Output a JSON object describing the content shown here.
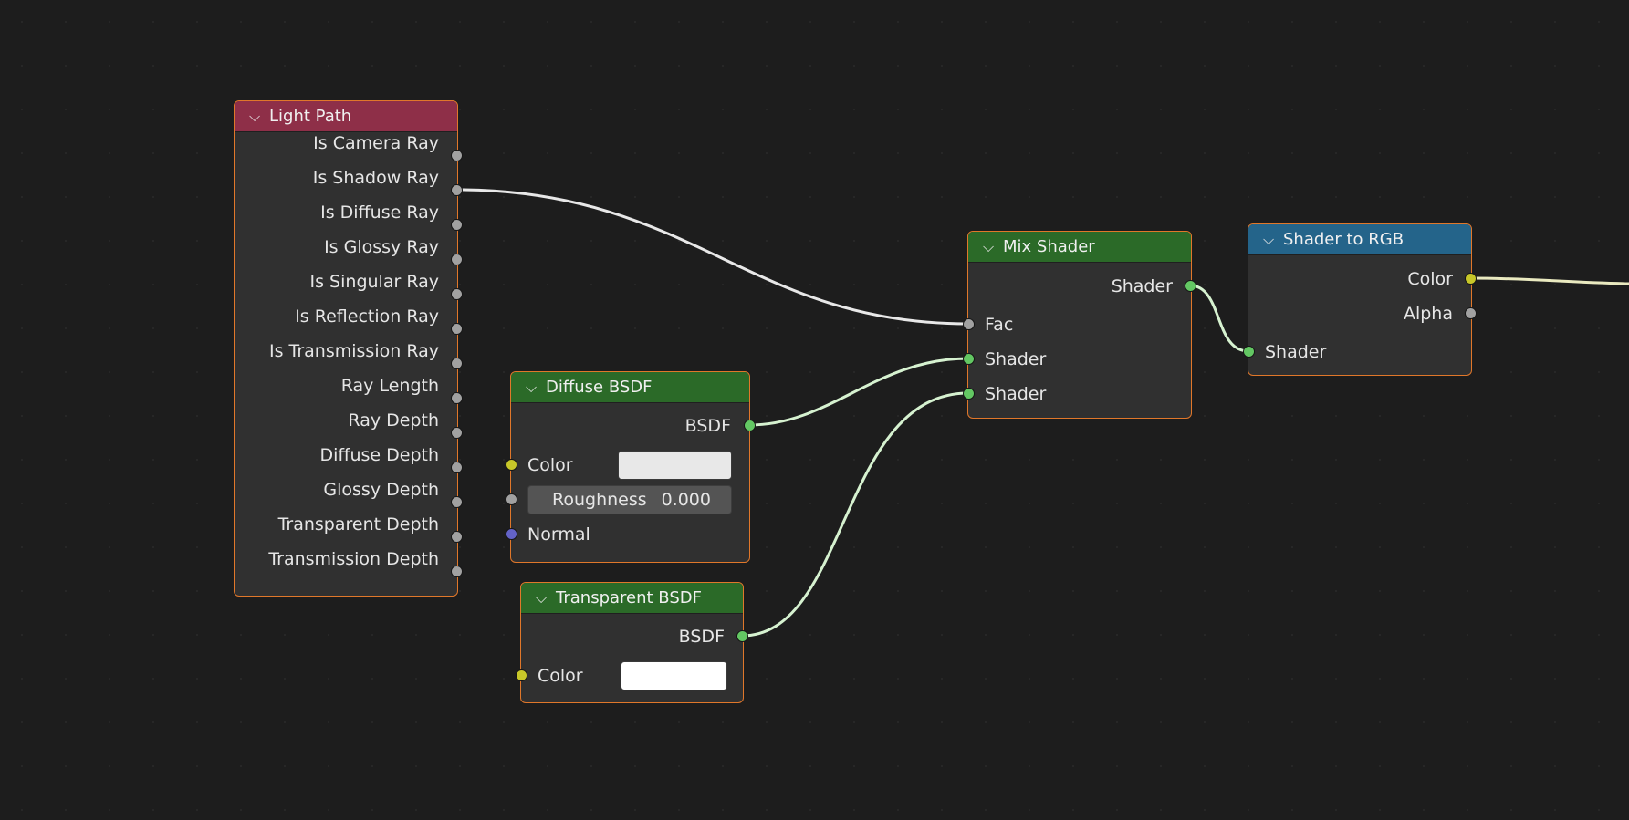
{
  "colors": {
    "background": "#1d1d1d",
    "node_body": "#303030",
    "node_border_selected": "#e0772a",
    "header_input": "#8e2f48",
    "header_shader": "#2b6a28",
    "header_converter": "#24648a",
    "socket_float": "#a1a1a1",
    "socket_shader": "#63c763",
    "socket_color": "#c7c729",
    "socket_vector": "#6363c7",
    "wire_float": "#e8e8e8",
    "wire_shader": "#d6f2d0",
    "wire_color": "#eaeac0"
  },
  "icons": {
    "collapse": "chevron-down-icon"
  },
  "nodes": {
    "light_path": {
      "title": "Light Path",
      "outputs": [
        "Is Camera Ray",
        "Is Shadow Ray",
        "Is Diffuse Ray",
        "Is Glossy Ray",
        "Is Singular Ray",
        "Is Reflection Ray",
        "Is Transmission Ray",
        "Ray Length",
        "Ray Depth",
        "Diffuse Depth",
        "Glossy Depth",
        "Transparent Depth",
        "Transmission Depth"
      ]
    },
    "diffuse_bsdf": {
      "title": "Diffuse BSDF",
      "output": "BSDF",
      "color_label": "Color",
      "color_value": "#e8e8e8",
      "roughness_label": "Roughness",
      "roughness_value": "0.000",
      "normal_label": "Normal"
    },
    "transparent_bsdf": {
      "title": "Transparent BSDF",
      "output": "BSDF",
      "color_label": "Color",
      "color_value": "#ffffff"
    },
    "mix_shader": {
      "title": "Mix Shader",
      "output": "Shader",
      "inputs": [
        "Fac",
        "Shader",
        "Shader"
      ]
    },
    "shader_to_rgb": {
      "title": "Shader to RGB",
      "outputs": [
        "Color",
        "Alpha"
      ],
      "input": "Shader"
    }
  }
}
